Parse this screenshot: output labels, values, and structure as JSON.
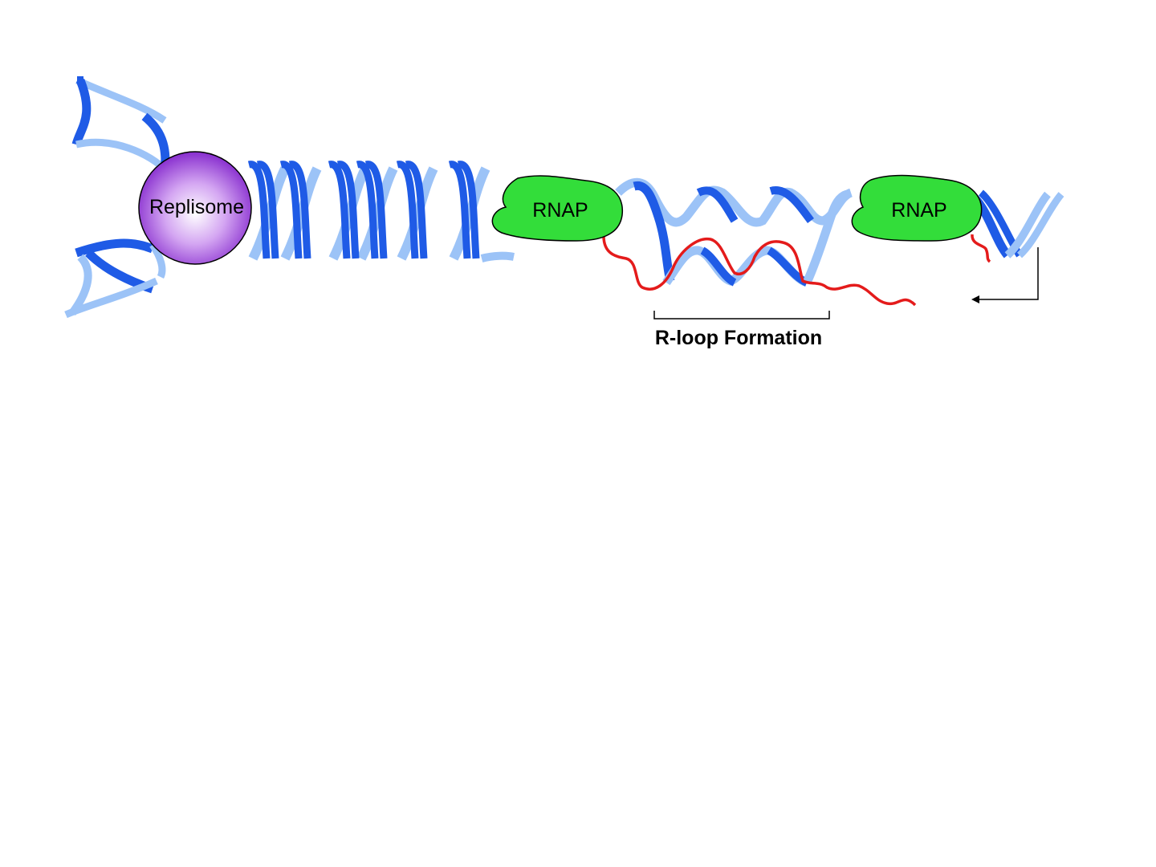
{
  "labels": {
    "replisome": "Replisome",
    "rnap_1": "RNAP",
    "rnap_2": "RNAP",
    "r_loop": "R-loop Formation"
  },
  "colors": {
    "dna_dark": "#1f5be6",
    "dna_light": "#9cc3f7",
    "rna": "#e41b1b",
    "rnap_fill": "#33dd3a",
    "replisome_center": "#ffffff",
    "replisome_edge": "#7a18c8",
    "outline": "#000000"
  }
}
